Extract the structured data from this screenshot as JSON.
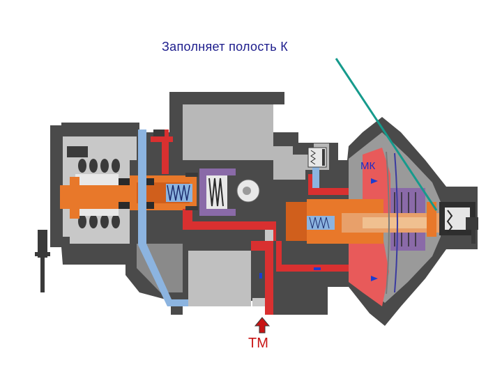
{
  "labels": {
    "caption": "Заполняет полость К",
    "mk": "МК",
    "tm": "ТМ"
  },
  "colors": {
    "body_dark": "#4a4a4a",
    "body_mid": "#7a7a7a",
    "body_light": "#b4b4b4",
    "passage_red": "#d93030",
    "diaphragm_red": "#e85a5a",
    "passage_blue": "#8cb4e0",
    "piston_orange": "#e8782a",
    "accent_purple": "#8a6aa8",
    "leader_line": "#169a8c",
    "arrow_red": "#c81414",
    "arrow_blue": "#1c3cd0"
  }
}
